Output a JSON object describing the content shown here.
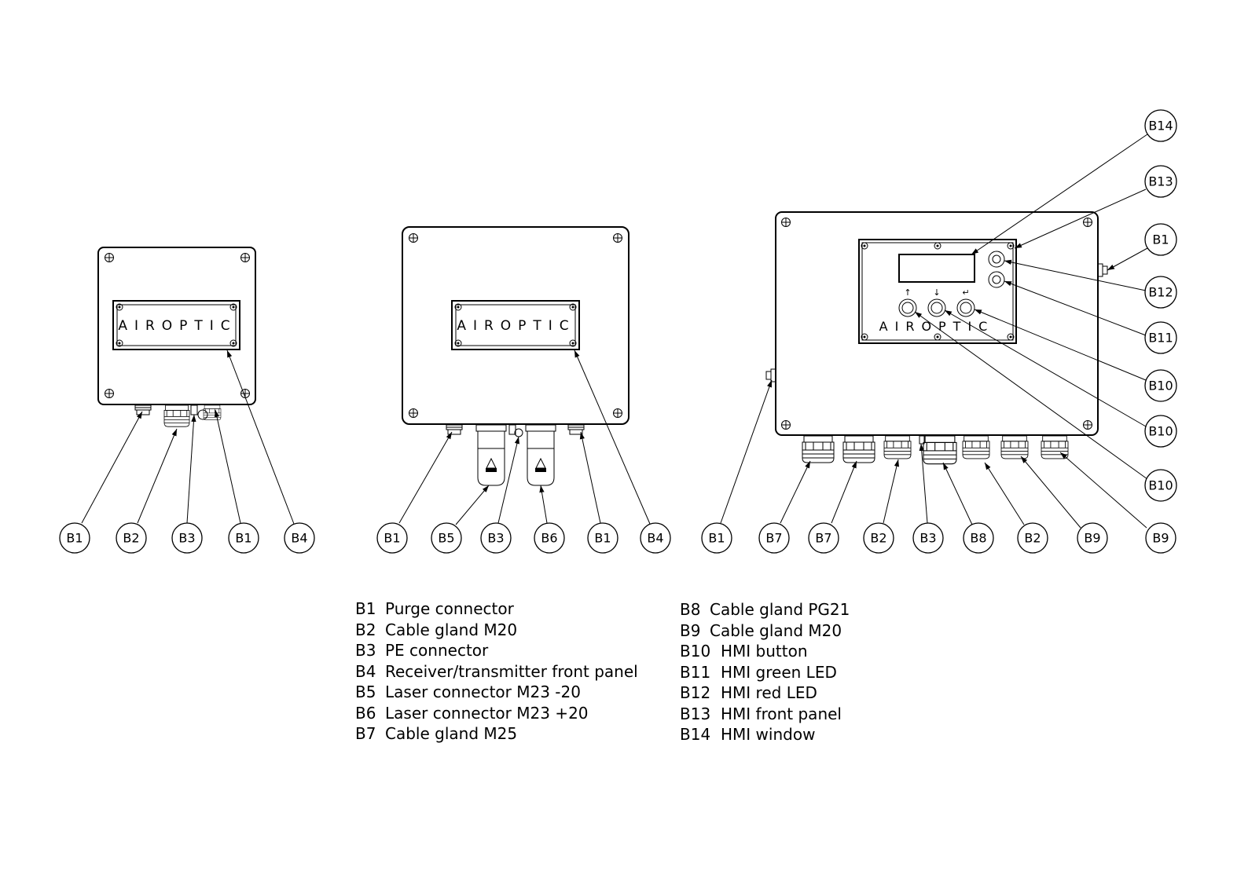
{
  "logo_text": "AIROPTIC",
  "callout_labels": {
    "left": [
      "B1",
      "B2",
      "B3",
      "B1",
      "B4"
    ],
    "middle": [
      "B1",
      "B5",
      "B3",
      "B6",
      "B1",
      "B4"
    ],
    "right_bottom": [
      "B1",
      "B7",
      "B7",
      "B2",
      "B3",
      "B8",
      "B2",
      "B9",
      "B9"
    ],
    "right_side": [
      "B14",
      "B13",
      "B1",
      "B12",
      "B11",
      "B10",
      "B10",
      "B10"
    ]
  },
  "hmi_button_symbols": [
    "↑",
    "↓",
    "↵"
  ],
  "legend": {
    "left": [
      {
        "code": "B1",
        "text": "Purge connector"
      },
      {
        "code": "B2",
        "text": "Cable gland M20"
      },
      {
        "code": "B3",
        "text": "PE connector"
      },
      {
        "code": "B4",
        "text": "Receiver/transmitter front panel"
      },
      {
        "code": "B5",
        "text": "Laser connector M23 -20"
      },
      {
        "code": "B6",
        "text": "Laser connector M23 +20"
      },
      {
        "code": "B7",
        "text": "Cable gland M25"
      }
    ],
    "right": [
      {
        "code": "B8",
        "text": "Cable gland PG21"
      },
      {
        "code": "B9",
        "text": "Cable gland M20"
      },
      {
        "code": "B10",
        "text": "HMI button"
      },
      {
        "code": "B11",
        "text": "HMI green LED"
      },
      {
        "code": "B12",
        "text": "HMI red LED"
      },
      {
        "code": "B13",
        "text": "HMI front panel"
      },
      {
        "code": "B14",
        "text": "HMI window"
      }
    ]
  }
}
